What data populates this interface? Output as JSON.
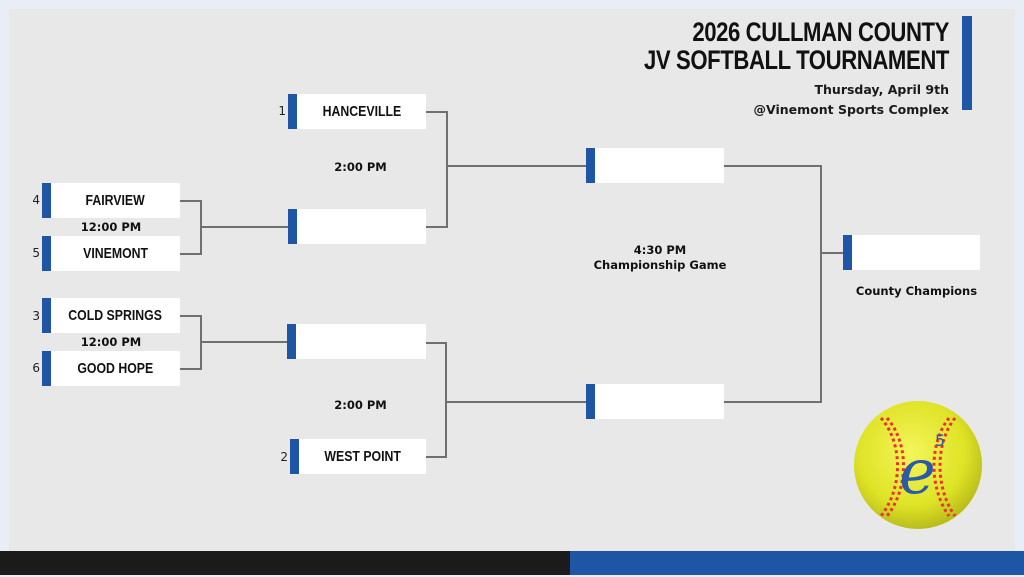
{
  "header": {
    "title_line1": "2026 CULLMAN COUNTY",
    "title_line2": "JV SOFTBALL TOURNAMENT",
    "date": "Thursday, April 9th",
    "venue": "@Vinemont Sports Complex"
  },
  "round1": {
    "game1": {
      "time": "12:00 PM",
      "top": {
        "seed": "4",
        "team": "FAIRVIEW"
      },
      "bottom": {
        "seed": "5",
        "team": "VINEMONT"
      }
    },
    "game2": {
      "time": "12:00 PM",
      "top": {
        "seed": "3",
        "team": "COLD SPRINGS"
      },
      "bottom": {
        "seed": "6",
        "team": "GOOD HOPE"
      }
    }
  },
  "round2": {
    "game1": {
      "time": "2:00 PM",
      "top": {
        "seed": "1",
        "team": "HANCEVILLE"
      },
      "bottom": {
        "seed": "",
        "team": ""
      }
    },
    "game2": {
      "time": "2:00 PM",
      "top": {
        "seed": "",
        "team": ""
      },
      "bottom": {
        "seed": "2",
        "team": "WEST POINT"
      }
    }
  },
  "final": {
    "time": "4:30 PM",
    "label": "Championship Game",
    "top": {
      "team": ""
    },
    "bottom": {
      "team": ""
    }
  },
  "champion": {
    "team": "",
    "label": "County Champions"
  },
  "logo": {
    "text": "e",
    "superscript": "5"
  },
  "colors": {
    "accent": "#1f55a5",
    "background": "#e8e8e8",
    "border": "#e9eef6",
    "footer_dark": "#1b1b1b"
  }
}
